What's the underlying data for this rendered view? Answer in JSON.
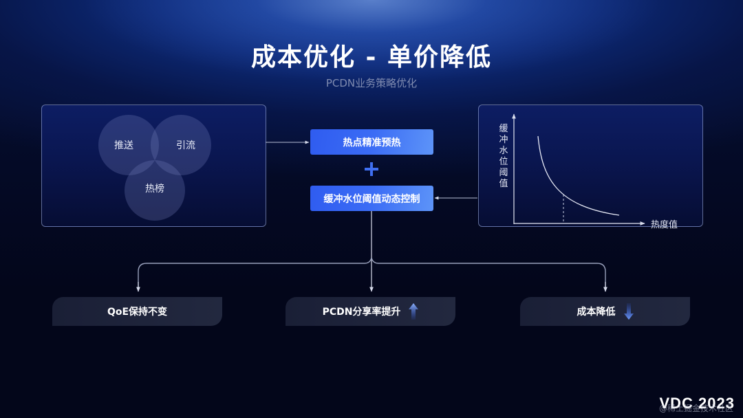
{
  "header": {
    "title": "成本优化 - 单价降低",
    "subtitle": "PCDN业务策略优化"
  },
  "venn": {
    "circles": [
      {
        "label": "推送"
      },
      {
        "label": "引流"
      },
      {
        "label": "热榜"
      }
    ]
  },
  "strategies": {
    "top_box": "热点精准预热",
    "plus_symbol": "+",
    "bottom_box": "缓冲水位阈值动态控制"
  },
  "curve_chart": {
    "y_axis_label": "缓冲水位阈值",
    "x_axis_label": "热度值",
    "type": "line",
    "description": "decreasing convex curve with dashed vertical marker"
  },
  "results": [
    {
      "label": "QoE保持不变",
      "icon": "none"
    },
    {
      "label": "PCDN分享率提升",
      "icon": "arrow-up-icon"
    },
    {
      "label": "成本降低",
      "icon": "arrow-down-icon"
    }
  ],
  "footer": {
    "logo": "VDC 2023",
    "watermark": "@稀土掘金技术社区"
  },
  "colors": {
    "background": "#03061a",
    "accent_blue": "#3b6cf5",
    "panel_border": "#aab9e6",
    "result_box": "#1e2339"
  }
}
